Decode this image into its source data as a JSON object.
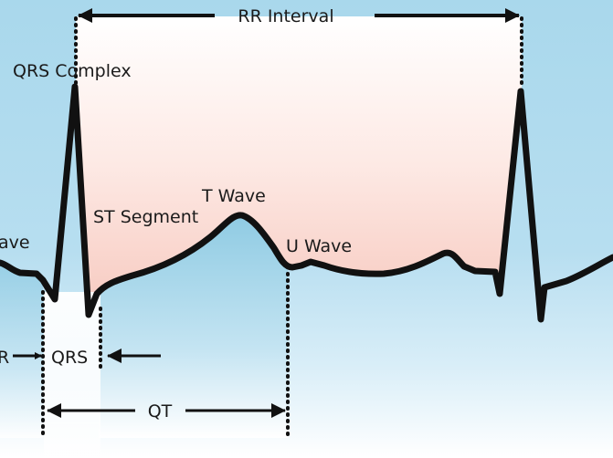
{
  "labels": {
    "rr_interval": "RR Interval",
    "qrs_complex": "QRS Complex",
    "st_segment": "ST Segment",
    "t_wave": "T Wave",
    "u_wave": "U Wave",
    "p_wave_partial": "ave",
    "pr_partial": "R",
    "qrs": "QRS",
    "qt": "QT"
  },
  "colors": {
    "background_blue": "#a9d8ec",
    "interval_pink": "#f8cfc6",
    "trace": "#111111"
  }
}
